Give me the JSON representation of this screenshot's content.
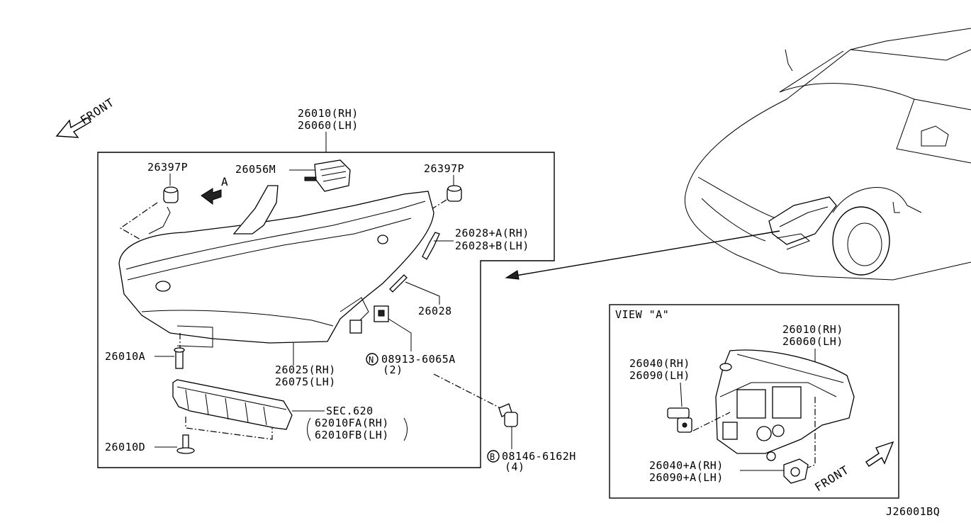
{
  "labels": {
    "front_main": "FRONT",
    "headlamp_rh": "26010(RH)",
    "headlamp_lh": "26060(LH)",
    "cap_left": "26397P",
    "cap_right": "26397P",
    "actuator": "26056M",
    "view_arrow": "A",
    "seal_rh": "26028+A(RH)",
    "seal_lh": "26028+B(LH)",
    "seal": "26028",
    "bolt_a": "26010A",
    "nut_part": "08913-6065A",
    "nut_qty": "(2)",
    "lens_rh": "26025(RH)",
    "lens_lh": "26075(LH)",
    "sec": "SEC.620",
    "bracket_rh": "62010FA(RH)",
    "bracket_lh": "62010FB(LH)",
    "bolt_d": "26010D",
    "bolt_part": "08146-6162H",
    "bolt_qty": "(4)",
    "view_title": "VIEW \"A\"",
    "view_headlamp_rh": "26010(RH)",
    "view_headlamp_lh": "26060(LH)",
    "socket_rh": "26040(RH)",
    "socket_lh": "26090(LH)",
    "socket2_rh": "26040+A(RH)",
    "socket2_lh": "26090+A(LH)",
    "front_view": "FRONT",
    "diagram_code": "J26001BQ",
    "symbol_n": "N",
    "symbol_b": "B"
  }
}
